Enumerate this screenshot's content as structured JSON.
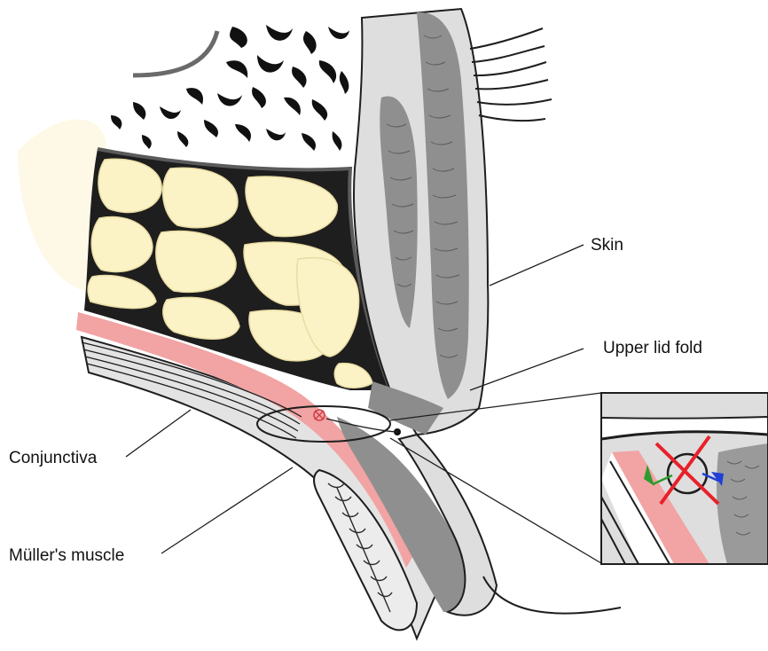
{
  "labels": {
    "skin": "Skin",
    "upper_lid_fold": "Upper lid fold",
    "conjunctiva": "Conjunctiva",
    "muller_muscle": "Müller's muscle"
  },
  "colors": {
    "fat": "#fbf3c6",
    "fat_outline": "#2a2a2a",
    "skin_gray": "#dcdcdc",
    "muscle_gray": "#8e8e8e",
    "pink_layer": "#f2a3a3",
    "bone": "#111111",
    "arrow_green": "#2e9b2e",
    "arrow_blue": "#1f3fd6",
    "cross_red": "#e8202a"
  }
}
